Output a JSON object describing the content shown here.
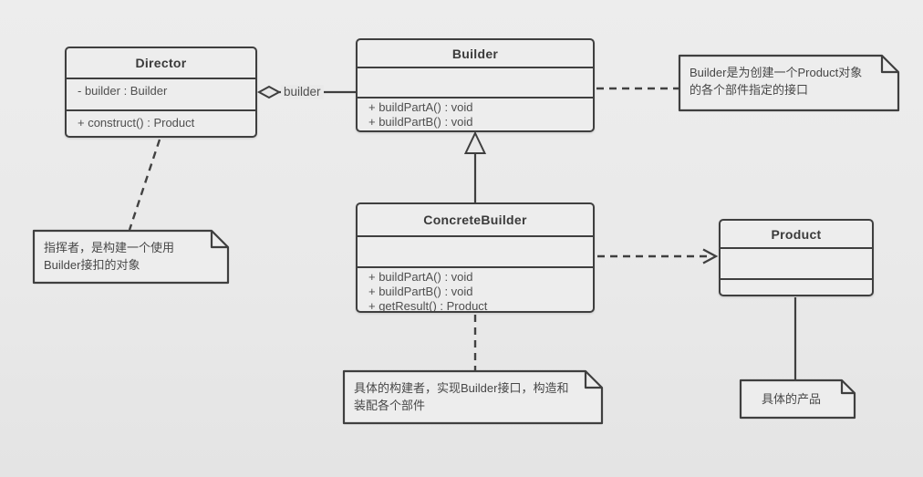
{
  "diagram": {
    "title": "Builder pattern UML class diagram",
    "colors": {
      "background": "#e9e9e9",
      "shape_fill": "#ededed",
      "stroke": "#3f3f3f",
      "text": "#4f4f4f"
    },
    "classes": [
      {
        "name": "Director",
        "attributes": [
          "- builder : Builder"
        ],
        "methods": [
          "+ construct()  : Product"
        ]
      },
      {
        "name": "Builder",
        "attributes": [],
        "methods": [
          "+ buildPartA() : void",
          "+ buildPartB() : void"
        ]
      },
      {
        "name": "ConcreteBuilder",
        "attributes": [],
        "methods": [
          "+ buildPartA() : void",
          "+ buildPartB() : void",
          "+ getResult() : Product"
        ]
      },
      {
        "name": "Product",
        "attributes": [],
        "methods": []
      }
    ],
    "notes": [
      {
        "id": "builder-note",
        "text": "Builder是为创建一个Product对象的各个部件指定的接口"
      },
      {
        "id": "director-note",
        "text": "指挥者，是构建一个使用Builder接扣的对象"
      },
      {
        "id": "concretebuilder-note",
        "text": "具体的构建者，实现Builder接口，构造和装配各个部件"
      },
      {
        "id": "product-note",
        "text": "具体的产品"
      }
    ],
    "edges": {
      "aggregation_label": "builder",
      "relations": [
        {
          "from": "Director",
          "to": "Builder",
          "type": "aggregation",
          "label": "builder"
        },
        {
          "from": "ConcreteBuilder",
          "to": "Builder",
          "type": "generalization"
        },
        {
          "from": "ConcreteBuilder",
          "to": "Product",
          "type": "dependency"
        },
        {
          "from": "Director",
          "to": "director-note",
          "type": "note-link"
        },
        {
          "from": "Builder",
          "to": "builder-note",
          "type": "note-link"
        },
        {
          "from": "ConcreteBuilder",
          "to": "concretebuilder-note",
          "type": "note-link"
        },
        {
          "from": "Product",
          "to": "product-note",
          "type": "note-link-solid"
        }
      ]
    }
  }
}
